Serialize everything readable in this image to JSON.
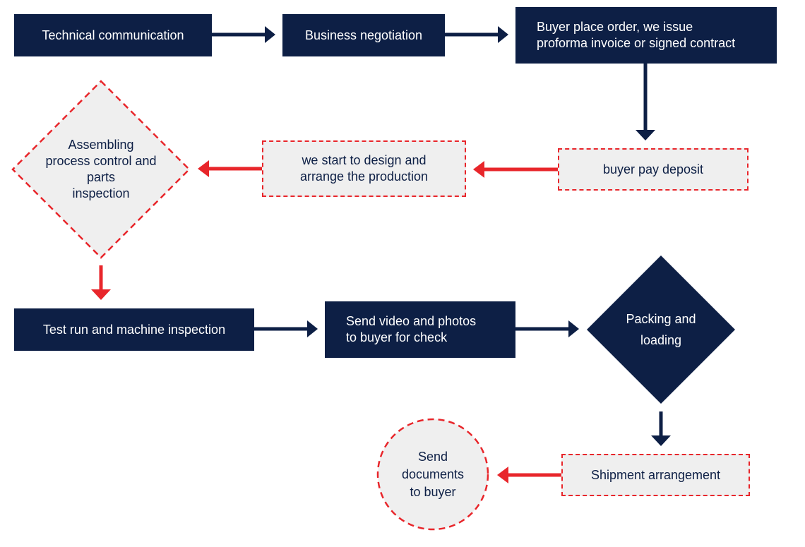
{
  "colors": {
    "navy": "#0d1f45",
    "red": "#e8262b",
    "light_fill": "#efefef"
  },
  "steps": {
    "technical_communication": "Technical communication",
    "business_negotiation": "Business negotiation",
    "buyer_place_order": "Buyer place order, we issue\nproforma invoice or signed contract",
    "buyer_pay_deposit": "buyer pay deposit",
    "design_and_production": "we start to design and\narrange the production",
    "assembling": "Assembling\nprocess control and\nparts\ninspection",
    "test_run": "Test run and machine inspection",
    "send_video": "Send video and photos\nto buyer for check",
    "packing": "Packing and\nloading",
    "shipment": "Shipment arrangement",
    "send_documents": "Send\ndocuments\nto buyer"
  }
}
